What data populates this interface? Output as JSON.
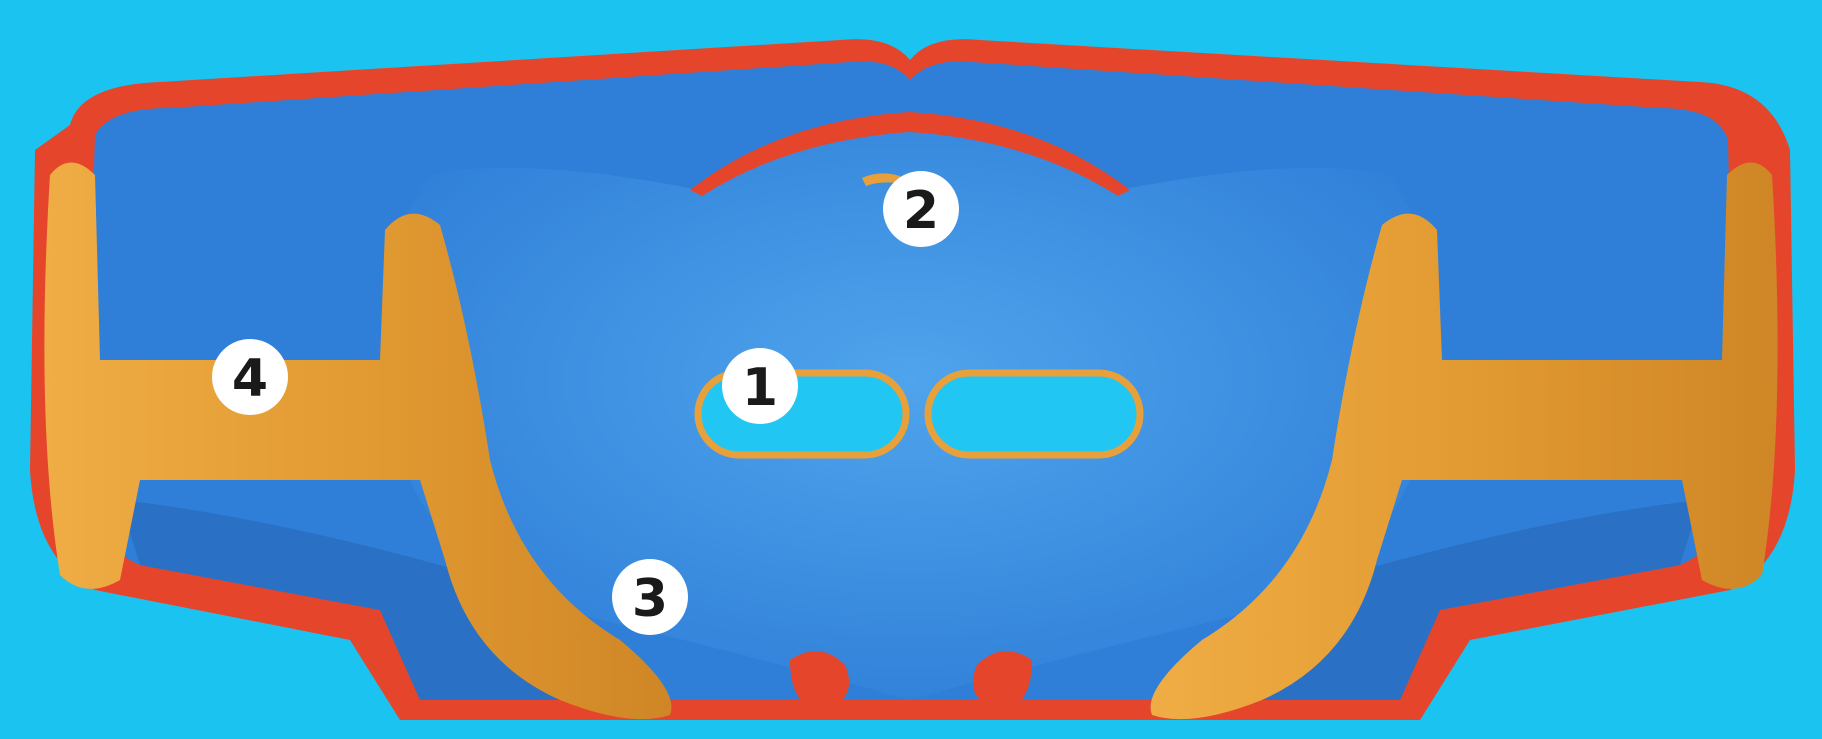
{
  "diagram": {
    "callouts": [
      {
        "id": "callout-1",
        "number": "1"
      },
      {
        "id": "callout-2",
        "number": "2"
      },
      {
        "id": "callout-3",
        "number": "3"
      },
      {
        "id": "callout-4",
        "number": "4"
      }
    ]
  },
  "colors": {
    "background": "#1bc3f0",
    "body_blue": "#2f7fd8",
    "inner_blue": "#3b8fe0",
    "edge_red": "#e5462b",
    "handle_orange": "#e8a13a"
  }
}
